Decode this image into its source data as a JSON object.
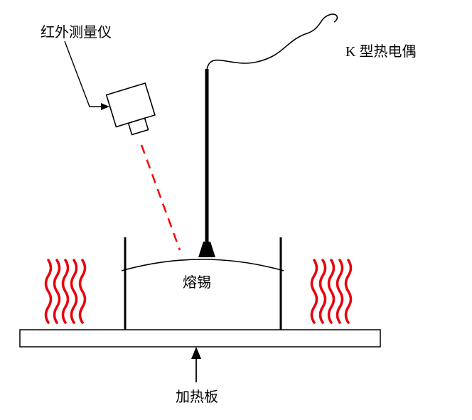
{
  "diagram": {
    "labels": {
      "infrared": "红外测量仪",
      "thermocouple": "K 型热电偶",
      "tin": "熔锡",
      "plate": "加热板"
    },
    "colors": {
      "heat_wave": "#e8000d",
      "laser_dashed": "#ff0000",
      "line": "#000000",
      "background": "#ffffff"
    }
  }
}
